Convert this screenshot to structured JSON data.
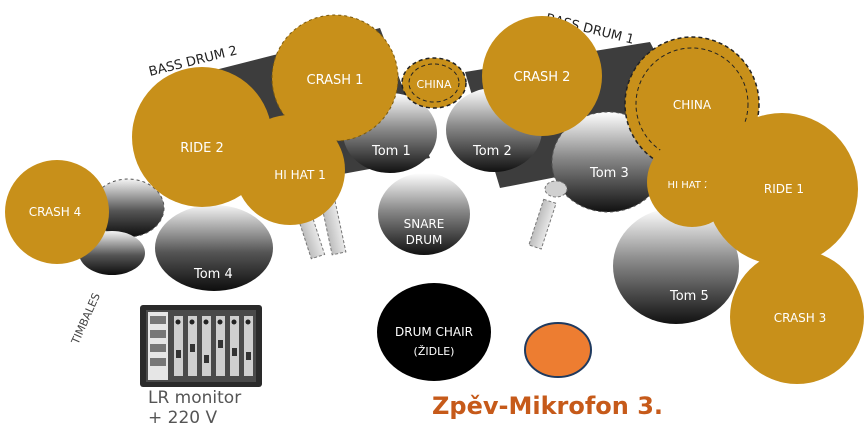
{
  "colors": {
    "cymbal": "#c8901a",
    "platform": "#3d3d3d",
    "drum_dark": "#1a1a1a",
    "chair": "#000000",
    "vocal_mic": "#ed7d31",
    "vocal_text": "#c65a1a"
  },
  "labels": {
    "bass_drum_2": "BASS DRUM 2",
    "bass_drum_1": "BASS DRUM 1",
    "timbales": "TIMBALES"
  },
  "cymbals": {
    "crash_1": "CRASH 1",
    "china_small": "CHINA",
    "crash_2": "CRASH 2",
    "china_large": "CHINA",
    "ride_2": "RIDE  2",
    "hi_hat_1": "HI HAT 1",
    "hi_hat_2": "HI HAT 2",
    "ride_1": "RIDE 1",
    "crash_4": "CRASH 4",
    "crash_3": "CRASH 3"
  },
  "drums": {
    "tom_1": "Tom 1",
    "tom_2": "Tom 2",
    "tom_3": "Tom 3",
    "tom_4": "Tom 4",
    "tom_5": "Tom 5",
    "snare_line1": "SNARE",
    "snare_line2": "DRUM",
    "chair_line1": "DRUM CHAIR",
    "chair_line2": "(ŽIDLE)"
  },
  "monitor": {
    "line1": "LR monitor",
    "line2": "+ 220 V"
  },
  "vocal": {
    "label": "Zpěv-Mikrofon 3."
  }
}
